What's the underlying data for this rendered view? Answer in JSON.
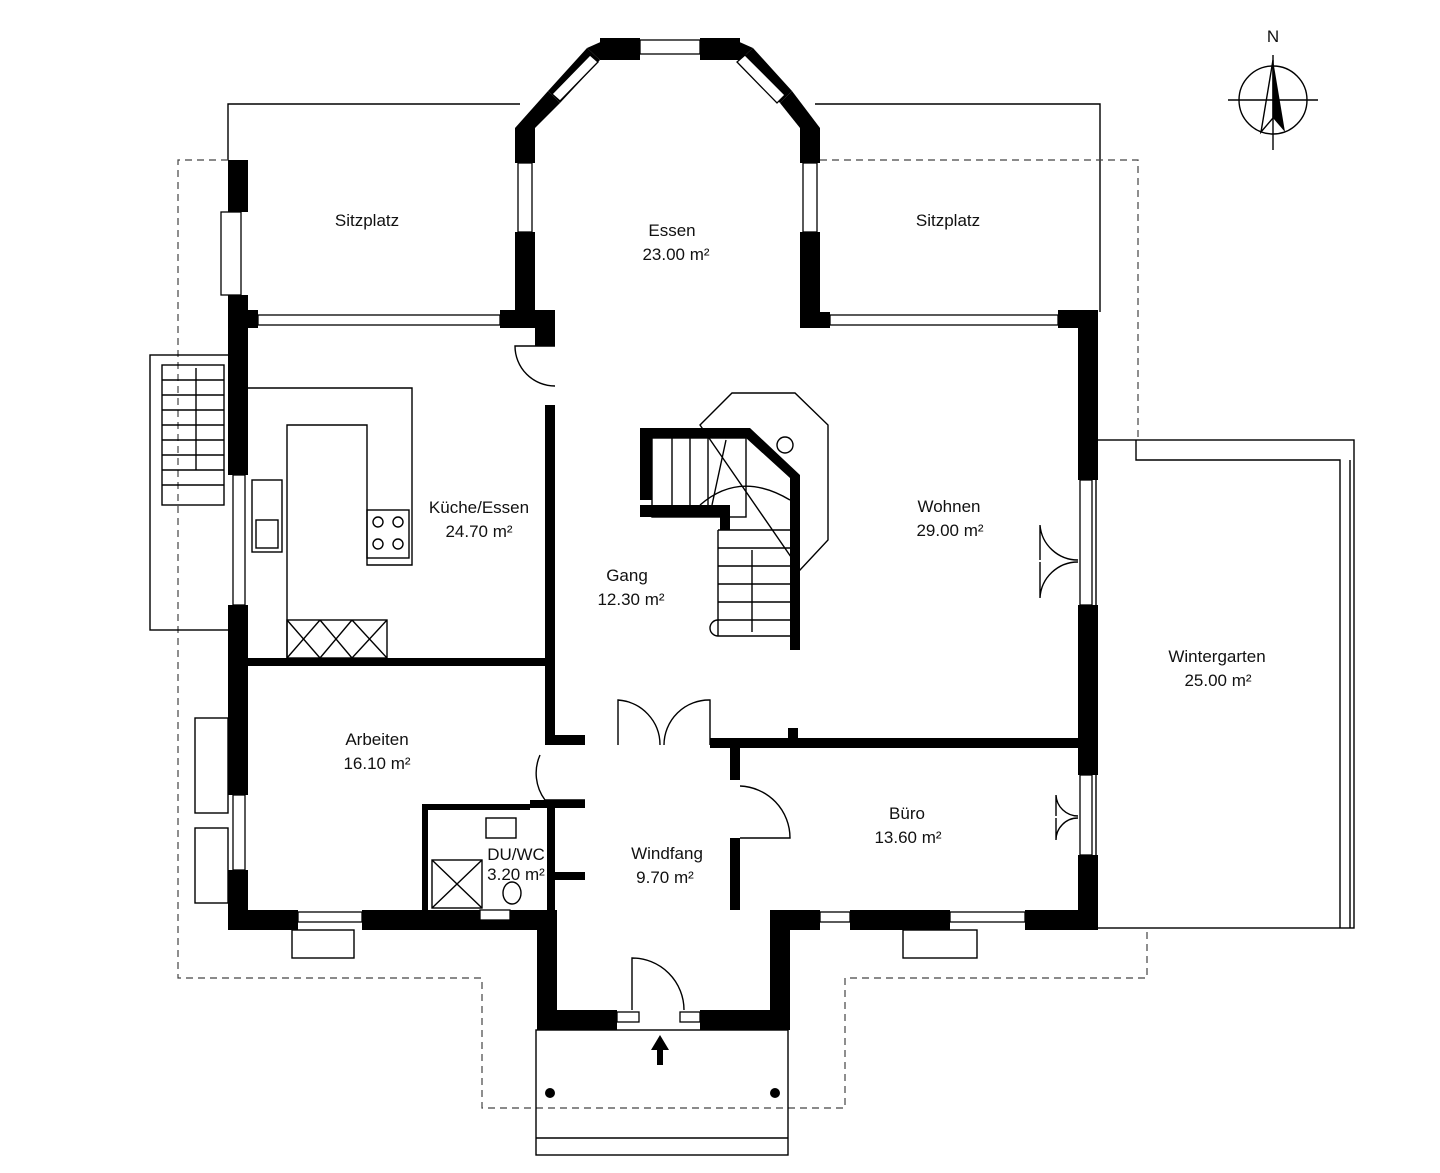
{
  "compass": {
    "label": "N"
  },
  "rooms": {
    "sitzplatz_west": {
      "name": "Sitzplatz"
    },
    "essen": {
      "name": "Essen",
      "area": "23.00 m²"
    },
    "sitzplatz_east": {
      "name": "Sitzplatz"
    },
    "kueche": {
      "name": "Küche/Essen",
      "area": "24.70 m²"
    },
    "gang": {
      "name": "Gang",
      "area": "12.30 m²"
    },
    "wohnen": {
      "name": "Wohnen",
      "area": "29.00 m²"
    },
    "wintergarten": {
      "name": "Wintergarten",
      "area": "25.00 m²"
    },
    "arbeiten": {
      "name": "Arbeiten",
      "area": "16.10 m²"
    },
    "buero": {
      "name": "Büro",
      "area": "13.60 m²"
    },
    "duwc": {
      "name": "DU/WC",
      "area": "3.20 m²"
    },
    "windfang": {
      "name": "Windfang",
      "area": "9.70 m²"
    }
  }
}
